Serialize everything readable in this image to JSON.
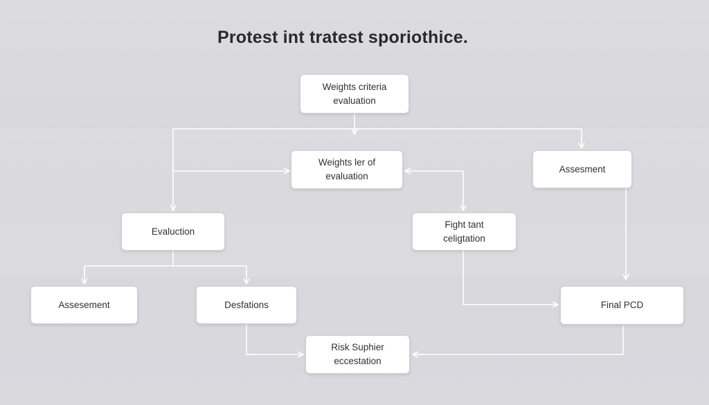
{
  "title": "Protest int tratest sporiothice.",
  "nodes": {
    "weights_criteria": {
      "line1": "Weights criteria",
      "line2": "evaluation"
    },
    "weights_ler": {
      "line1": "Weights ler of",
      "line2": "evaluation"
    },
    "assesment_right": {
      "line1": "Assesment"
    },
    "evaluction": {
      "line1": "Evaluction"
    },
    "fight_tant": {
      "line1": "Fight tant",
      "line2": "celigtation"
    },
    "assesement_left": {
      "line1": "Assesement"
    },
    "desfations": {
      "line1": "Desfations"
    },
    "final_pcd": {
      "line1": "Final PCD"
    },
    "risk_suphier": {
      "line1": "Risk Suphier",
      "line2": "eccestation"
    }
  },
  "colors": {
    "background": "#d9d9de",
    "node_fill": "#ffffff",
    "connector": "#ffffff"
  }
}
